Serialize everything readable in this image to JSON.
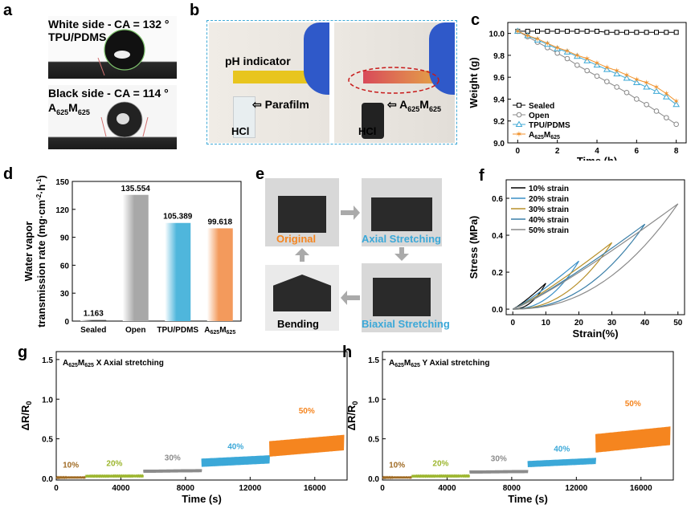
{
  "labels": {
    "a": "a",
    "b": "b",
    "c": "c",
    "d": "d",
    "e": "e",
    "f": "f",
    "g": "g",
    "h": "h"
  },
  "panel_a": {
    "top_side": "White side -",
    "top_material": "TPU/PDMS",
    "top_ca": "CA = 132 °",
    "bottom_side": "Black side -",
    "bottom_material_A": "A",
    "bottom_material_Asub": "625",
    "bottom_material_M": "M",
    "bottom_material_Msub": "625",
    "bottom_ca": "CA = 114 °"
  },
  "panel_b": {
    "left_indicator": "pH indicator",
    "left_film": "Parafilm",
    "left_acid": "HCl",
    "right_film_A": "A",
    "right_film_Asub": "625",
    "right_film_M": "M",
    "right_film_Msub": "625",
    "right_acid": "HCl"
  },
  "panel_e": {
    "original": "Original",
    "axial": "Axial Stretching",
    "bending": "Bending",
    "biaxial": "Biaxial Stretching"
  },
  "chart_data": [
    {
      "id": "c",
      "type": "line",
      "xlabel": "Time (h)",
      "ylabel": "Weight (g)",
      "xlim": [
        -0.5,
        8.5
      ],
      "ylim": [
        9.0,
        10.1
      ],
      "xticks": [
        0,
        2,
        4,
        6,
        8
      ],
      "yticks": [
        9.0,
        9.2,
        9.4,
        9.6,
        9.8,
        10.0
      ],
      "legend": "bottom-left",
      "x": [
        0,
        0.5,
        1,
        1.5,
        2,
        2.5,
        3,
        3.5,
        4,
        4.5,
        5,
        5.5,
        6,
        6.5,
        7,
        7.5,
        8
      ],
      "series": [
        {
          "name": "Sealed",
          "color": "#000000",
          "marker": "square",
          "values": [
            10.02,
            10.02,
            10.02,
            10.02,
            10.02,
            10.02,
            10.02,
            10.02,
            10.02,
            10.01,
            10.01,
            10.01,
            10.01,
            10.01,
            10.01,
            10.01,
            10.01
          ]
        },
        {
          "name": "Open",
          "color": "#888888",
          "marker": "circle",
          "values": [
            10.02,
            9.97,
            9.92,
            9.87,
            9.82,
            9.77,
            9.71,
            9.66,
            9.61,
            9.56,
            9.51,
            9.46,
            9.4,
            9.35,
            9.29,
            9.23,
            9.17
          ]
        },
        {
          "name": "TPU/PDMS",
          "color": "#3fa9d6",
          "marker": "triangle",
          "values": [
            10.02,
            9.98,
            9.94,
            9.9,
            9.86,
            9.83,
            9.79,
            9.75,
            9.71,
            9.67,
            9.63,
            9.59,
            9.55,
            9.51,
            9.47,
            9.42,
            9.35
          ]
        },
        {
          "name": "A625M625",
          "name_main": "A",
          "name_sub1": "625",
          "name_m": "M",
          "name_sub2": "625",
          "color": "#f0922c",
          "marker": "star",
          "values": [
            10.02,
            9.98,
            9.95,
            9.91,
            9.87,
            9.84,
            9.8,
            9.77,
            9.73,
            9.69,
            9.66,
            9.62,
            9.58,
            9.55,
            9.51,
            9.45,
            9.38
          ]
        }
      ]
    },
    {
      "id": "d",
      "type": "bar",
      "ylabel_line1": "Water vapor",
      "ylabel_line2": "transmission rate (mg·cm",
      "ylabel_sup1": "-2",
      "ylabel_mid": "·h",
      "ylabel_sup2": "-1",
      "ylabel_end": ")",
      "ylim": [
        0,
        150
      ],
      "yticks": [
        0,
        30,
        60,
        90,
        120,
        150
      ],
      "categories": [
        "Sealed",
        "Open",
        "TPU/PDMS",
        "A625M625"
      ],
      "category_A": "A",
      "category_Asub": "625",
      "category_M": "M",
      "category_Msub": "625",
      "values": [
        1.163,
        135.554,
        105.389,
        99.618
      ],
      "value_labels": [
        "1.163",
        "135.554",
        "105.389",
        "99.618"
      ],
      "colors": [
        "#444444",
        "#a8a8a8",
        "#4fb6dc",
        "#f39a5c"
      ]
    },
    {
      "id": "f",
      "type": "line",
      "xlabel": "Strain(%)",
      "ylabel": "Stress (MPa)",
      "xlim": [
        -2,
        52
      ],
      "ylim": [
        -0.03,
        0.7
      ],
      "xticks": [
        0,
        10,
        20,
        30,
        40,
        50
      ],
      "yticks": [
        0.0,
        0.2,
        0.4,
        0.6
      ],
      "legend": "top-left",
      "series": [
        {
          "name": "10% strain",
          "color": "#000000",
          "max_strain": 10,
          "peak": 0.14
        },
        {
          "name": "20% strain",
          "color": "#3a8fc6",
          "max_strain": 20,
          "peak": 0.26
        },
        {
          "name": "30% strain",
          "color": "#b8902a",
          "max_strain": 30,
          "peak": 0.36
        },
        {
          "name": "40% strain",
          "color": "#3a7fa8",
          "max_strain": 40,
          "peak": 0.46
        },
        {
          "name": "50% strain",
          "color": "#8a8a8a",
          "max_strain": 50,
          "peak": 0.57
        }
      ]
    },
    {
      "id": "g",
      "type": "line",
      "title_A": "A",
      "title_Asub": "625",
      "title_M": "M",
      "title_Msub": "625",
      "title_rest": "X Axial stretching",
      "xlabel": "Time (s)",
      "ylabel_main": "ΔR/R",
      "ylabel_sub": "0",
      "xlim": [
        0,
        18000
      ],
      "ylim": [
        -0.02,
        1.6
      ],
      "xticks": [
        0,
        4000,
        8000,
        12000,
        16000
      ],
      "yticks": [
        0.0,
        0.5,
        1.0,
        1.5
      ],
      "segments": [
        {
          "label": "10%",
          "color": "#a06b24",
          "t0": 0,
          "t1": 1800,
          "base": 0.01,
          "amp": 0.005
        },
        {
          "label": "20%",
          "color": "#9bb52c",
          "t0": 1800,
          "t1": 5400,
          "base": 0.025,
          "amp": 0.01
        },
        {
          "label": "30%",
          "color": "#8c8c8c",
          "t0": 5400,
          "t1": 9000,
          "base": 0.08,
          "amp": 0.03
        },
        {
          "label": "40%",
          "color": "#3ba8d8",
          "t0": 9000,
          "t1": 13200,
          "base": 0.17,
          "amp": 0.08
        },
        {
          "label": "50%",
          "color": "#f5851f",
          "t0": 13200,
          "t1": 17800,
          "base": 0.32,
          "amp": 0.15
        }
      ]
    },
    {
      "id": "h",
      "type": "line",
      "title_A": "A",
      "title_Asub": "625",
      "title_M": "M",
      "title_Msub": "625",
      "title_rest": "Y Axial stretching",
      "xlabel": "Time (s)",
      "ylabel_main": "ΔR/R",
      "ylabel_sub": "0",
      "xlim": [
        0,
        18000
      ],
      "ylim": [
        -0.02,
        1.6
      ],
      "xticks": [
        0,
        4000,
        8000,
        12000,
        16000
      ],
      "yticks": [
        0.0,
        0.5,
        1.0,
        1.5
      ],
      "segments": [
        {
          "label": "10%",
          "color": "#a06b24",
          "t0": 0,
          "t1": 1800,
          "base": 0.01,
          "amp": 0.005
        },
        {
          "label": "20%",
          "color": "#9bb52c",
          "t0": 1800,
          "t1": 5400,
          "base": 0.025,
          "amp": 0.01
        },
        {
          "label": "30%",
          "color": "#8c8c8c",
          "t0": 5400,
          "t1": 9000,
          "base": 0.07,
          "amp": 0.03
        },
        {
          "label": "40%",
          "color": "#3ba8d8",
          "t0": 9000,
          "t1": 13200,
          "base": 0.16,
          "amp": 0.06
        },
        {
          "label": "50%",
          "color": "#f5851f",
          "t0": 13200,
          "t1": 17800,
          "base": 0.38,
          "amp": 0.18
        }
      ]
    }
  ]
}
